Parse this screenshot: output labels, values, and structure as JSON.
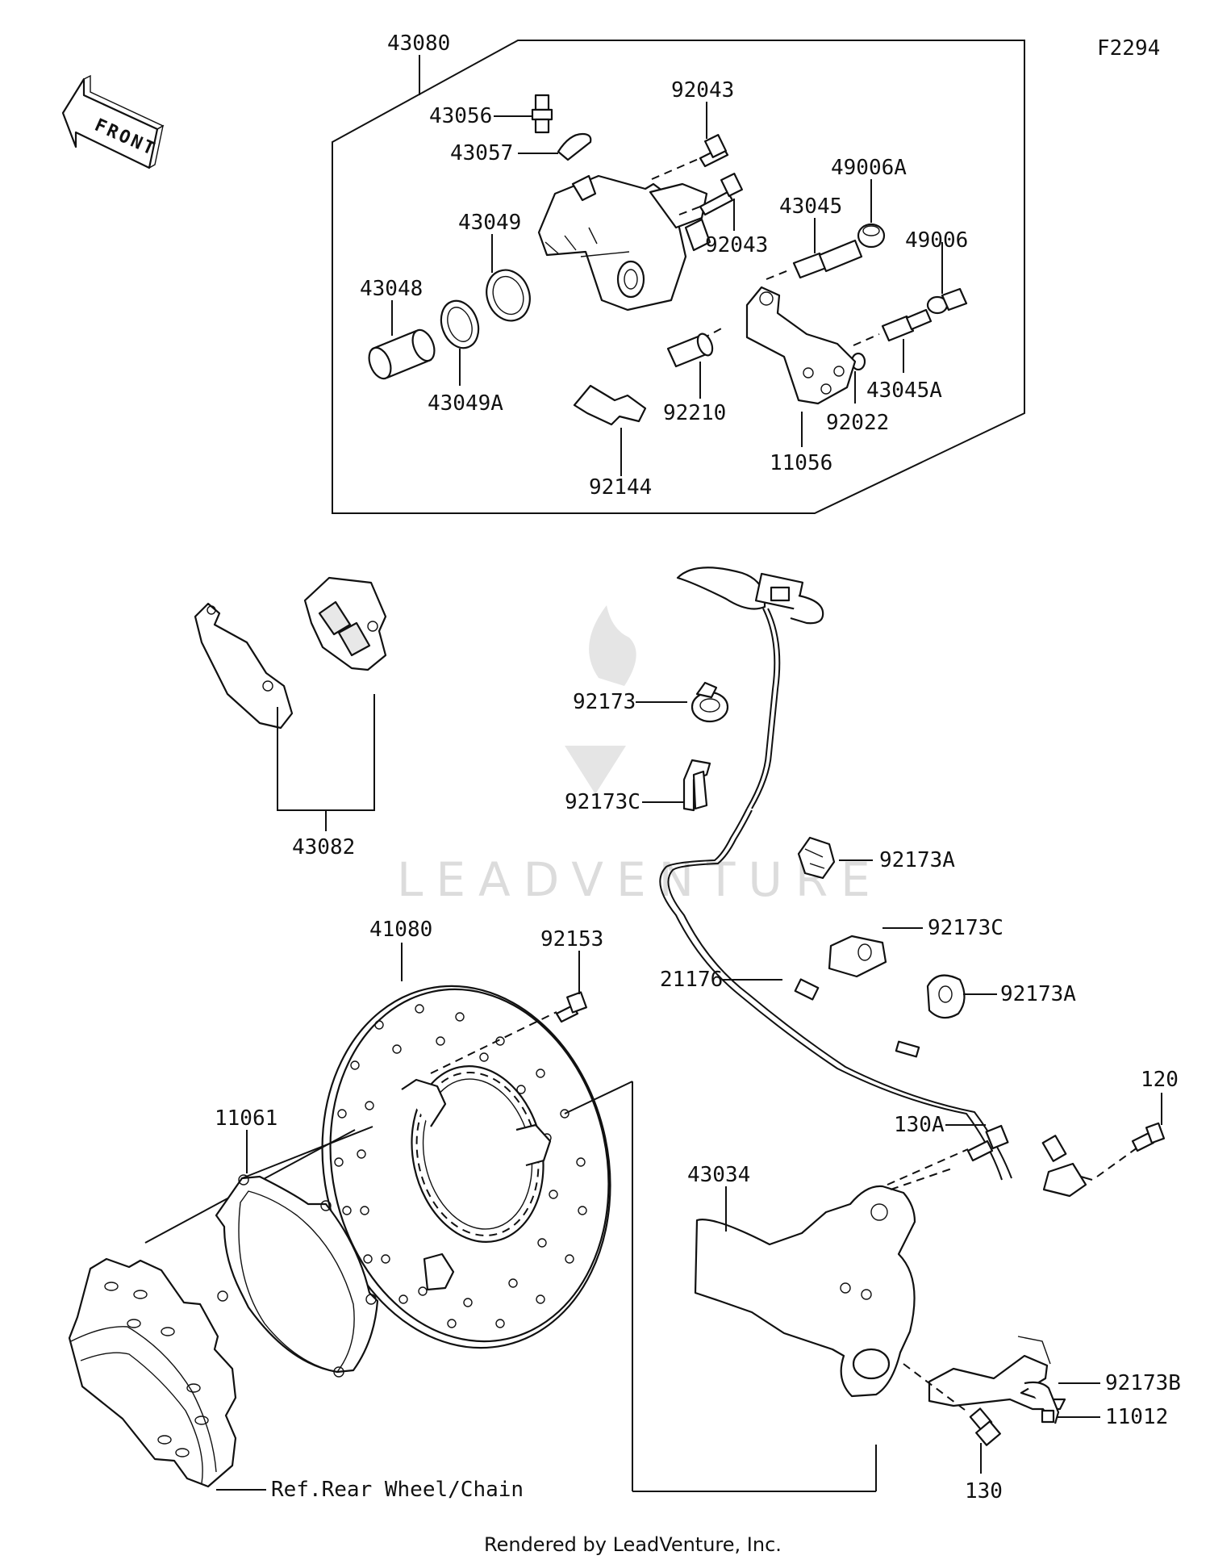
{
  "diagram_code": "F2294",
  "front_arrow_label": "FRONT",
  "watermark": "LEADVENTURE",
  "footer": "Rendered by LeadVenture, Inc.",
  "ref_note": "Ref.Rear Wheel/Chain",
  "parts": {
    "p43080": "43080",
    "p43056": "43056",
    "p43057": "43057",
    "p92043a": "92043",
    "p92043b": "92043",
    "p43049": "43049",
    "p43048": "43048",
    "p43049A": "43049A",
    "p49006A": "49006A",
    "p43045": "43045",
    "p49006": "49006",
    "p92210": "92210",
    "p92022": "92022",
    "p43045A": "43045A",
    "p11056": "11056",
    "p92144": "92144",
    "p43082": "43082",
    "p92173": "92173",
    "p92173C_a": "92173C",
    "p92173A_a": "92173A",
    "p92173C_b": "92173C",
    "p92173A_b": "92173A",
    "p21176": "21176",
    "p41080": "41080",
    "p92153": "92153",
    "p11061": "11061",
    "p120": "120",
    "p130A": "130A",
    "p43034": "43034",
    "p92173B": "92173B",
    "p11012": "11012",
    "p130": "130"
  }
}
